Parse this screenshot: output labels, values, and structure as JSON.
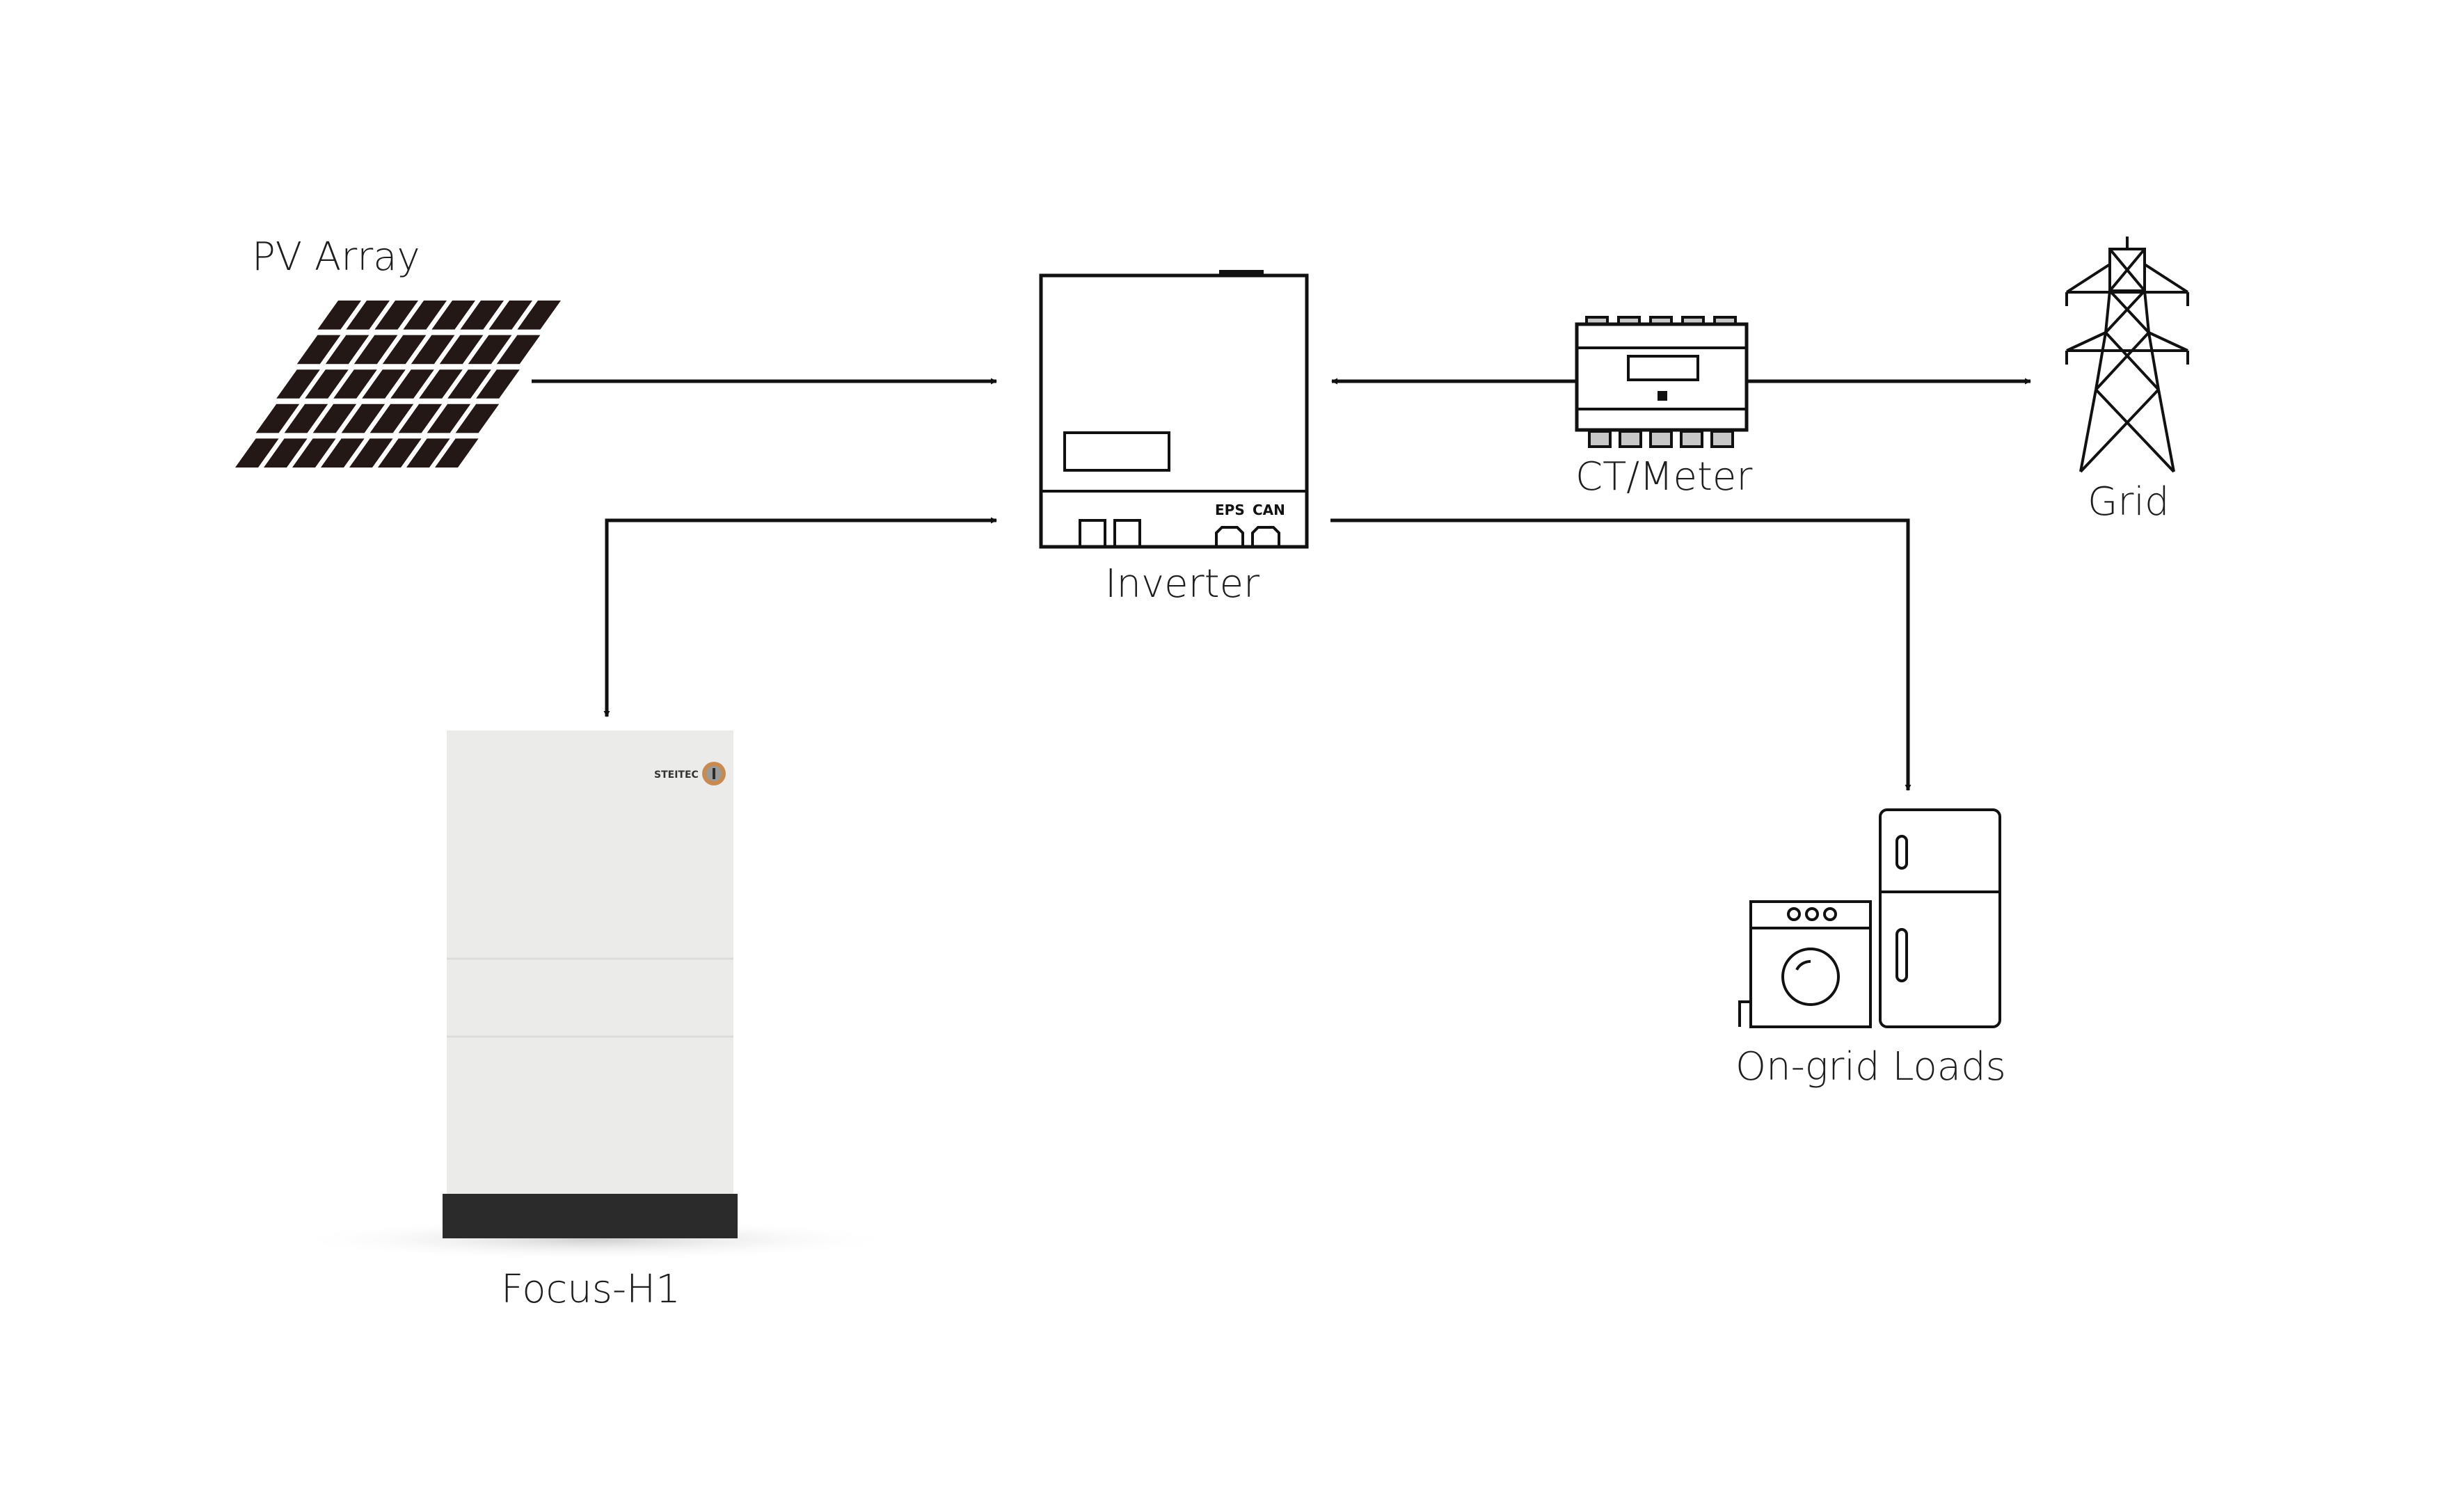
{
  "labels": {
    "pv_array": "PV Array",
    "inverter": "Inverter",
    "ct_meter": "CT/Meter",
    "grid": "Grid",
    "battery": "Focus-H1",
    "loads": "On-grid Loads"
  },
  "inverter_ports": {
    "eps": "EPS",
    "can": "CAN"
  },
  "battery_brand": "STEITEC",
  "colors": {
    "line": "#111111",
    "battery_body": "#ebebea",
    "battery_base": "#2b2b2b",
    "brand_badge": "#c98a4f",
    "solar_panel": "#231815"
  }
}
